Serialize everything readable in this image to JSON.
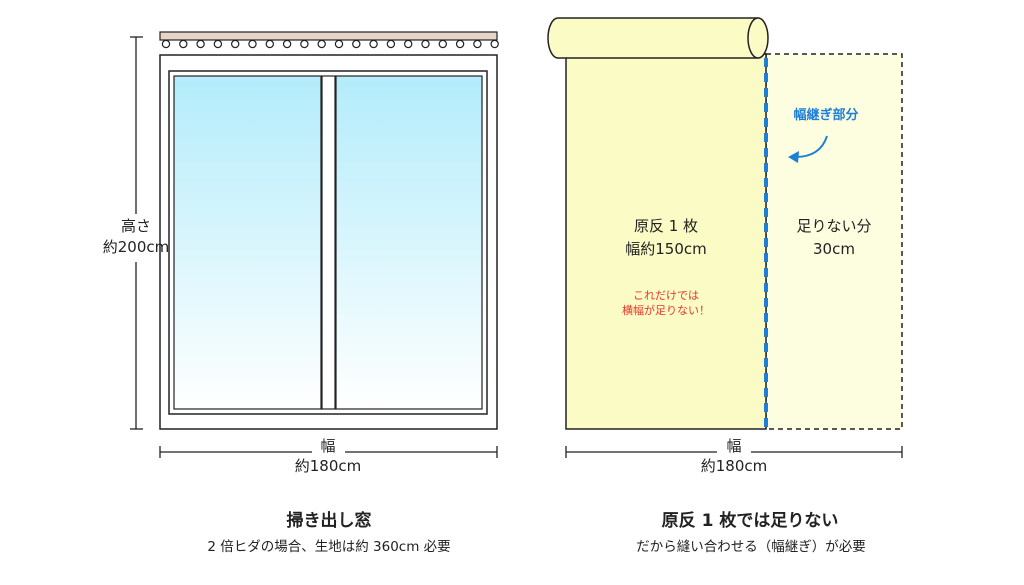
{
  "left_panel": {
    "height_label": "高さ",
    "height_value": "約200cm",
    "width_label": "幅",
    "width_value": "約180cm",
    "caption_title": "掃き出し窓",
    "caption_sub": "2 倍ヒダの場合、生地は約 360cm 必要",
    "glass_color_top": "#b3ecfb",
    "glass_color_bottom": "#ffffff",
    "rail_color": "#e7d6c7"
  },
  "right_panel": {
    "fabric_label_line1": "原反 1 枚",
    "fabric_label_line2": "幅約150cm",
    "warning_line1": "これだけでは",
    "warning_line2": "横幅が足りない！",
    "seam_label": "幅継ぎ部分",
    "shortfall_line1": "足りない分",
    "shortfall_line2": "30cm",
    "width_label": "幅",
    "width_value": "約180cm",
    "caption_title": "原反 1 枚では足りない",
    "caption_sub": "だから縫い合わせる（幅継ぎ）が必要",
    "fabric_color": "#fafbc5",
    "shortfall_color": "#fdfde0",
    "seam_color": "#1e7fd6",
    "warning_color": "#e8362d"
  }
}
